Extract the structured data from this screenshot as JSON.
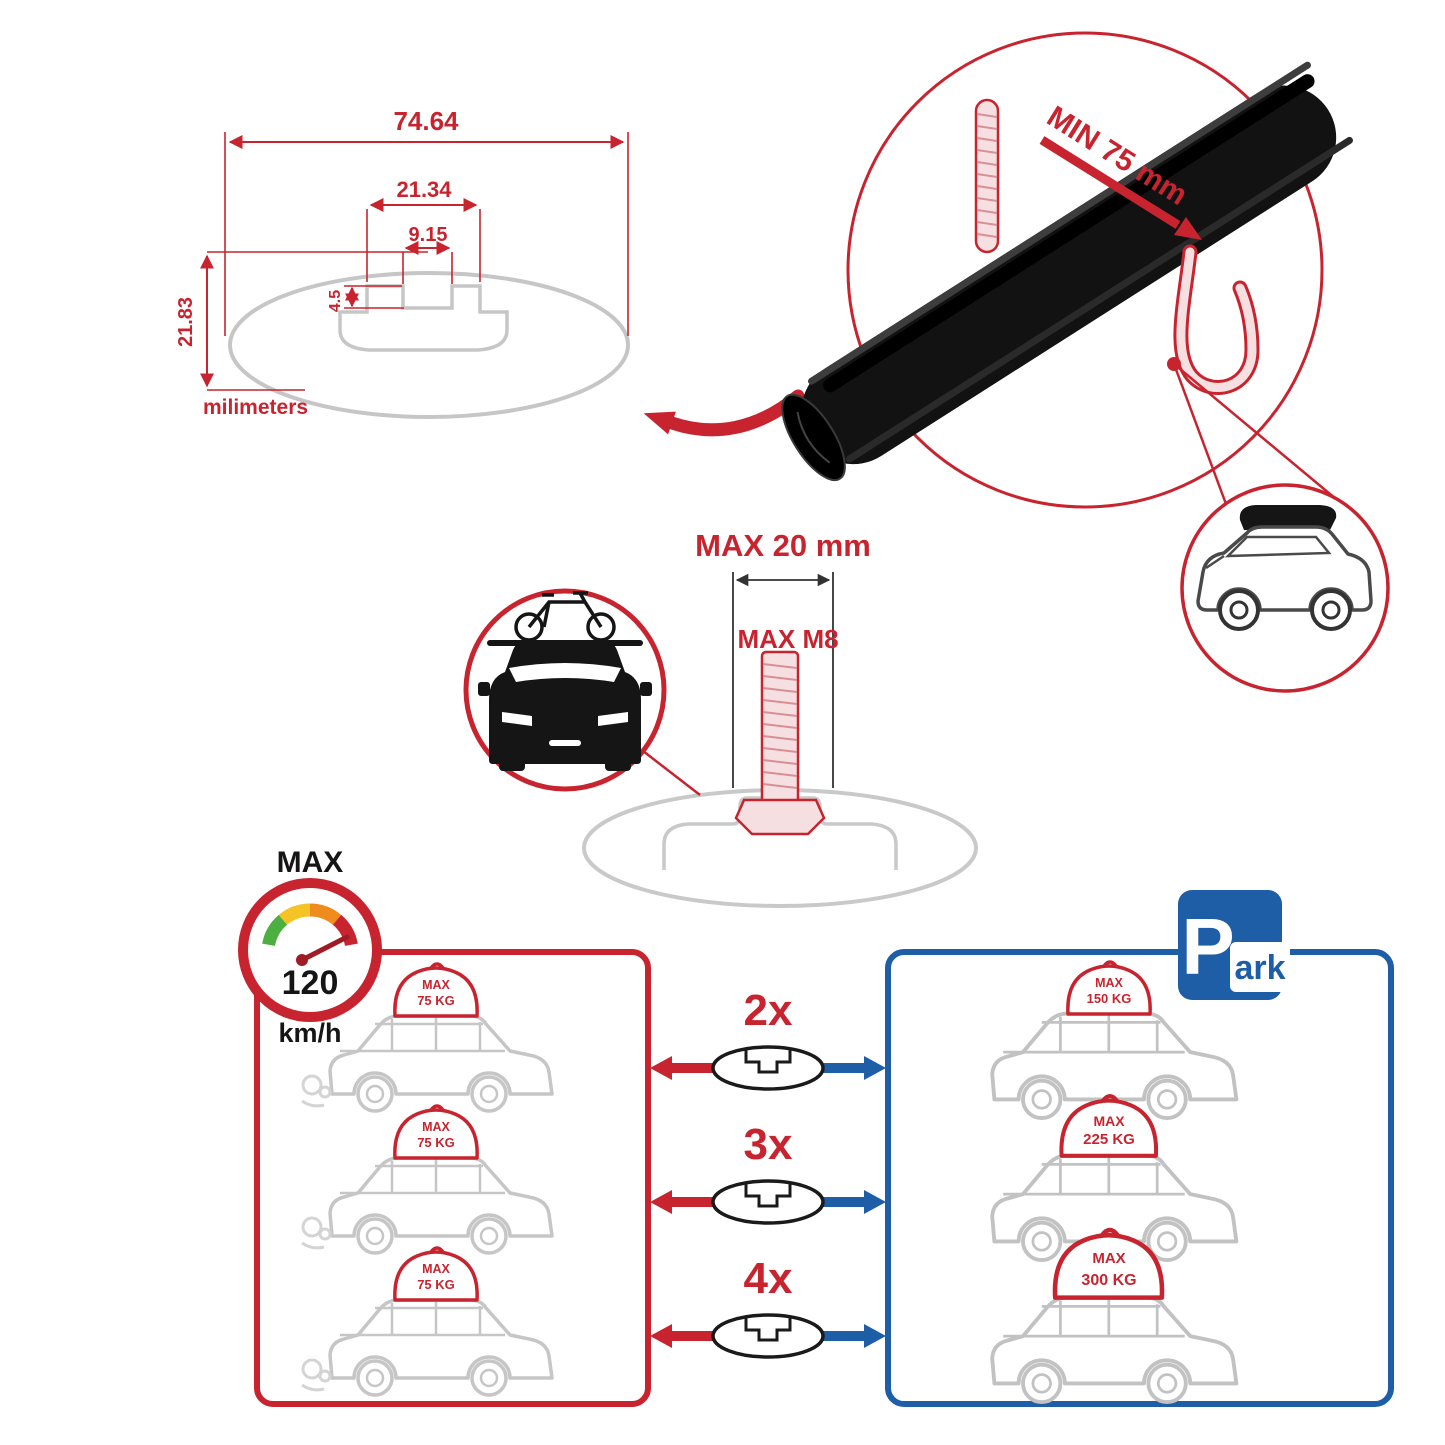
{
  "colors": {
    "red": "#C8242F",
    "blue": "#1E5EA6",
    "gray": "#C6C6C6",
    "black": "#151515"
  },
  "profile_dimensions": {
    "total_width": "74.64",
    "slot_outer_width": "21.34",
    "slot_inner_width": "9.15",
    "slot_depth": "4.5",
    "total_height": "21.83",
    "units_label": "milimeters"
  },
  "clamp_detail": {
    "min_span_label": "MIN 75 mm"
  },
  "bolt_detail": {
    "max_length_label": "MAX 20 mm",
    "max_thread_label": "MAX M8"
  },
  "speed_gauge": {
    "label": "MAX",
    "value": "120",
    "unit": "km/h"
  },
  "crossbar_quantities": [
    "2x",
    "3x",
    "4x"
  ],
  "driving_loads": [
    {
      "label": "MAX",
      "value": "75 KG"
    },
    {
      "label": "MAX",
      "value": "75 KG"
    },
    {
      "label": "MAX",
      "value": "75 KG"
    }
  ],
  "parked_loads": [
    {
      "label": "MAX",
      "value": "150 KG"
    },
    {
      "label": "MAX",
      "value": "225 KG"
    },
    {
      "label": "MAX",
      "value": "300 KG"
    }
  ],
  "park_sign": {
    "letter": "P",
    "suffix": "ark"
  }
}
